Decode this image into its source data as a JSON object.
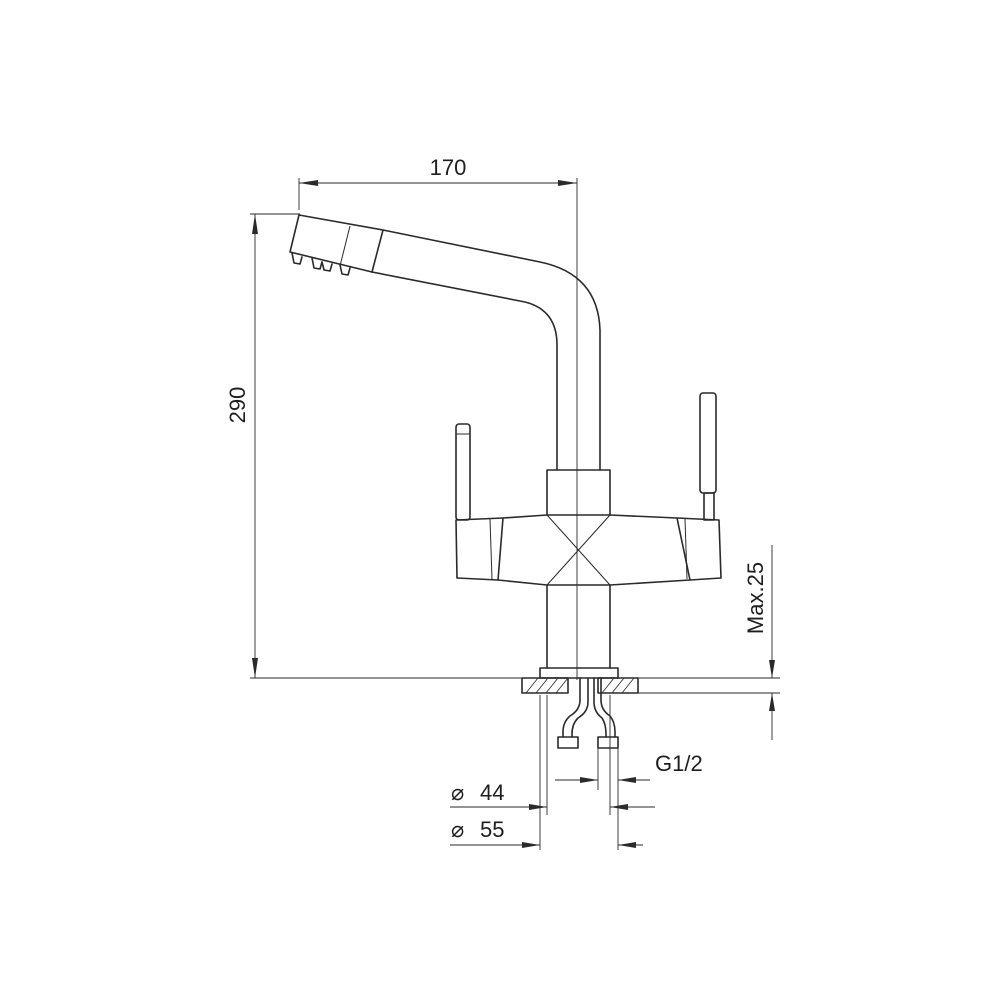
{
  "dimensions": {
    "spout_reach": "170",
    "total_height": "290",
    "max_counter_thickness": "Max.25",
    "thread": "G1/2",
    "hole_diameter": "44",
    "base_diameter": "55",
    "diameter_symbol": "⌀"
  },
  "colors": {
    "line": "#2a2a2a",
    "background": "#ffffff"
  }
}
